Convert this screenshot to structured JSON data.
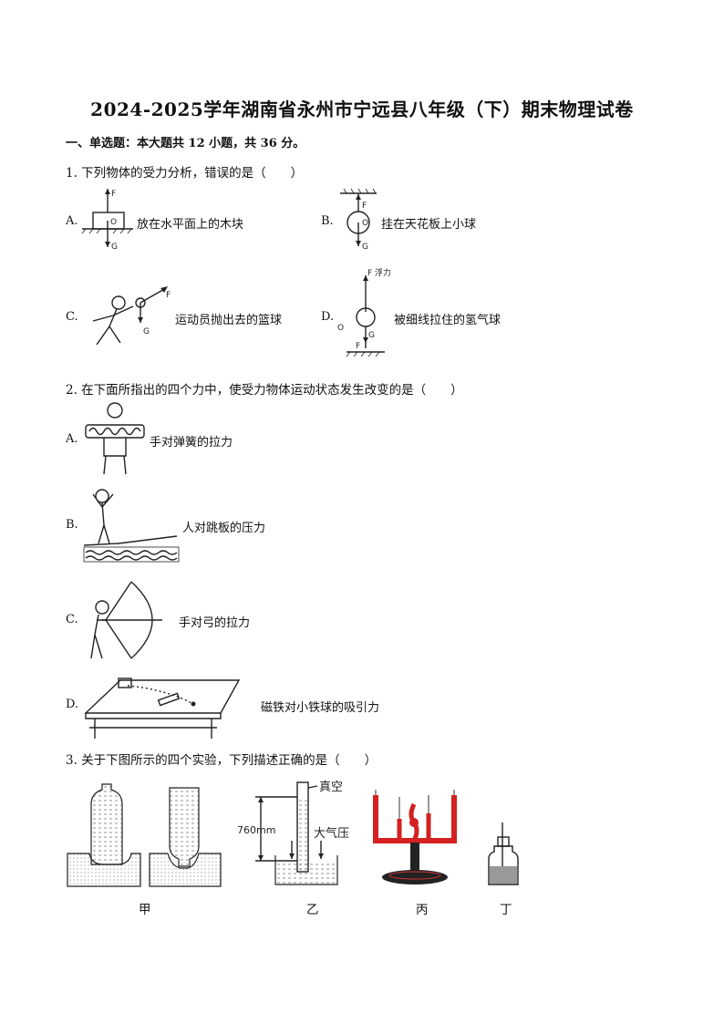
{
  "title": "2024-2025学年湖南省永州市宁远县八年级（下）期末物理试卷",
  "section1": "一、单选题：本大题共 12 小题，共 36 分。",
  "q1": {
    "stem": "1. 下列物体的受力分析，错误的是（　　）",
    "options": [
      {
        "letter": "A.",
        "text": "放在水平面上的木块"
      },
      {
        "letter": "B.",
        "text": "挂在天花板上小球"
      },
      {
        "letter": "C.",
        "text": "运动员抛出去的篮球"
      },
      {
        "letter": "D.",
        "text": "被细线拉住的氢气球"
      }
    ],
    "fig_labels": {
      "F": "F",
      "G": "G",
      "O": "O",
      "float": "F 浮力"
    }
  },
  "q2": {
    "stem": "2. 在下面所指出的四个力中，使受力物体运动状态发生改变的是（　　）",
    "options": [
      {
        "letter": "A.",
        "text": "手对弹簧的拉力"
      },
      {
        "letter": "B.",
        "text": "人对跳板的压力"
      },
      {
        "letter": "C.",
        "text": "手对弓的拉力"
      },
      {
        "letter": "D.",
        "text": "磁铁对小铁球的吸引力"
      }
    ]
  },
  "q3": {
    "stem": "3. 关于下图所示的四个实验，下列描述正确的是（　　）",
    "fig_labels": {
      "vacuum": "真空",
      "height": "760mm",
      "atm": "大气压"
    },
    "captions": [
      "甲",
      "乙",
      "丙",
      "丁"
    ]
  }
}
